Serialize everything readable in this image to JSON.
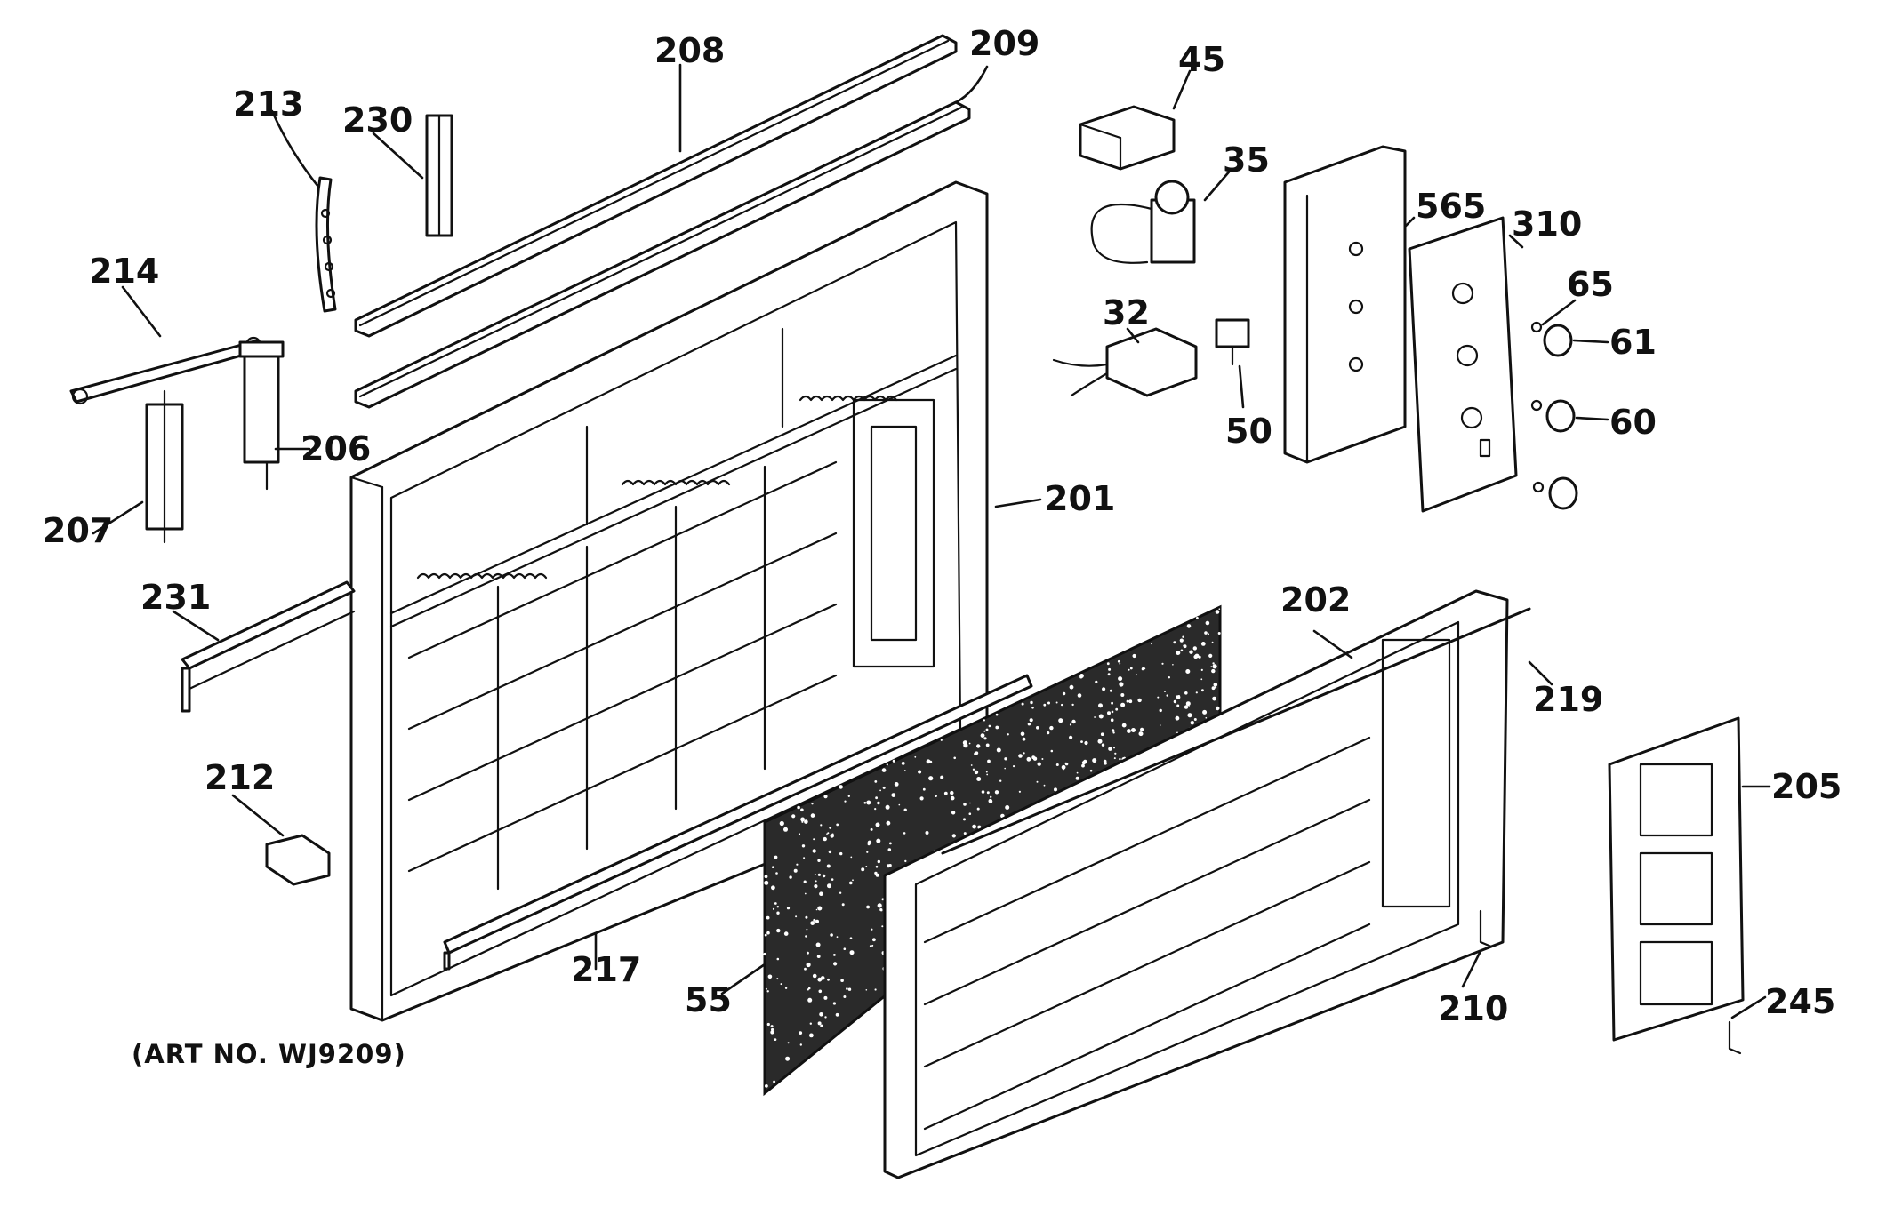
{
  "diagram": {
    "art_number": "(ART NO. WJ9209)",
    "callouts": {
      "c208": "208",
      "c209": "209",
      "c213": "213",
      "c230": "230",
      "c214": "214",
      "c206": "206",
      "c207": "207",
      "c231": "231",
      "c212": "212",
      "c217": "217",
      "c201": "201",
      "c45": "45",
      "c35": "35",
      "c565": "565",
      "c310": "310",
      "c65": "65",
      "c61": "61",
      "c32": "32",
      "c50": "50",
      "c60": "60",
      "c202": "202",
      "c219": "219",
      "c55": "55",
      "c210": "210",
      "c205": "205",
      "c245": "245"
    }
  }
}
